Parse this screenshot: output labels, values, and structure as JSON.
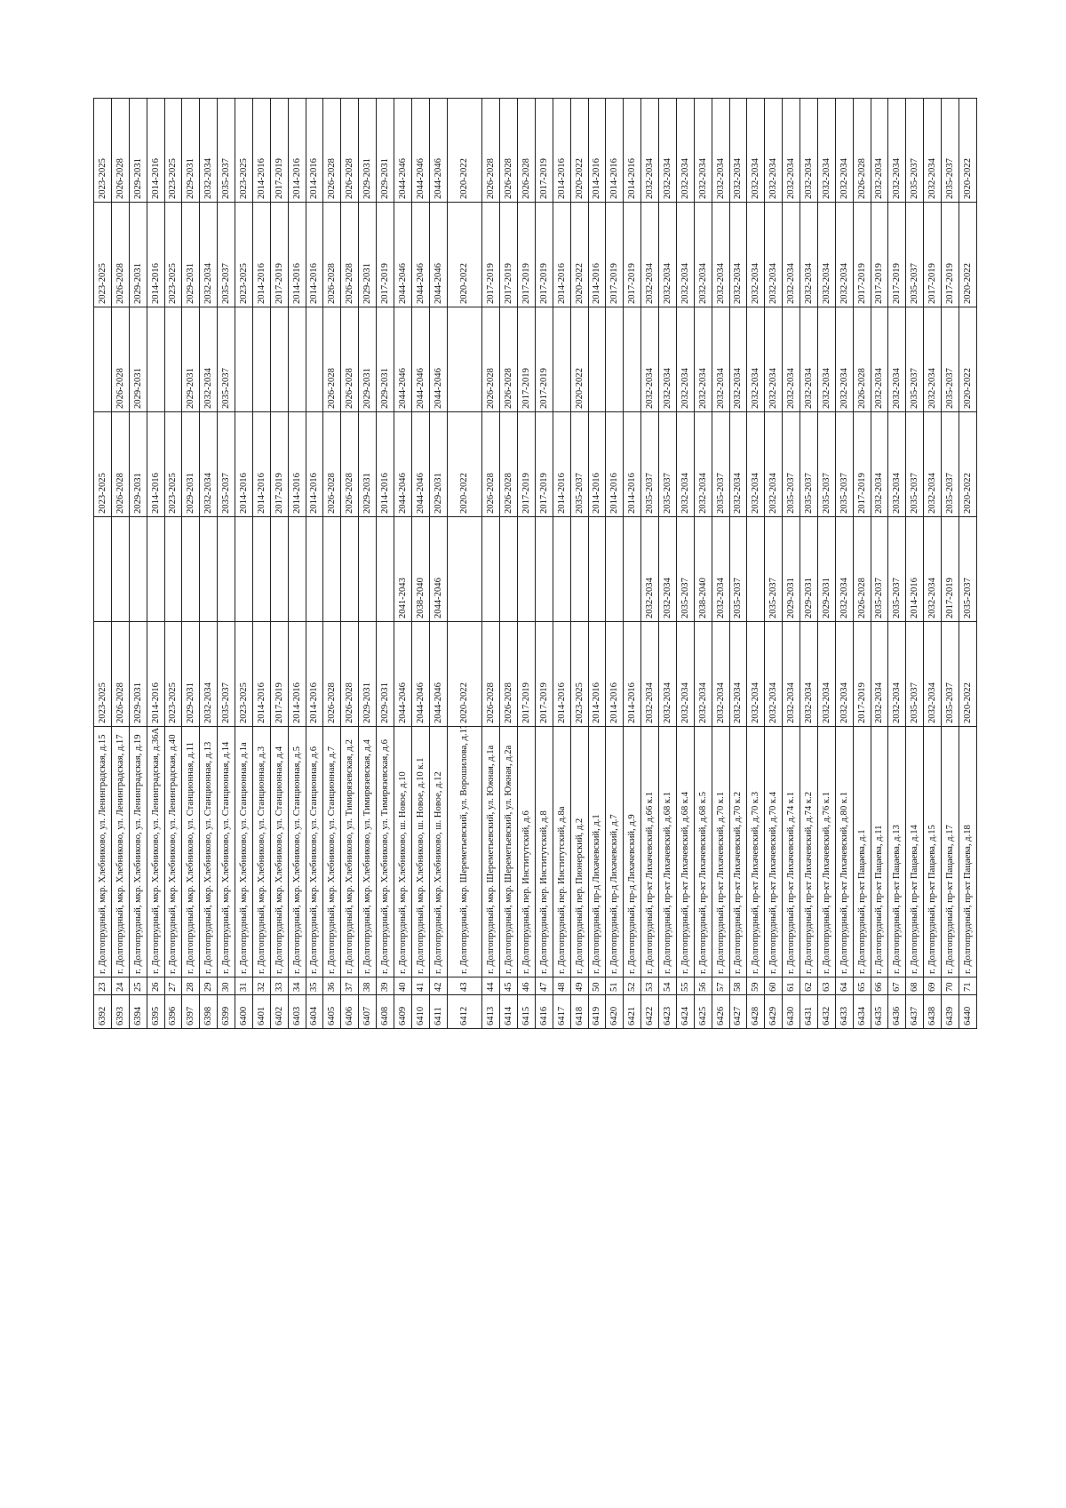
{
  "rows": [
    [
      "6392",
      "23",
      "г. Долгопрудный, мкр. Хлебниково, ул. Ленинградская, д.15",
      "2023-2025",
      "",
      "2023-2025",
      "",
      "2023-2025",
      "2023-2025"
    ],
    [
      "6393",
      "24",
      "г. Долгопрудный, мкр. Хлебниково, ул. Ленинградская, д.17",
      "2026-2028",
      "",
      "2026-2028",
      "2026-2028",
      "2026-2028",
      "2026-2028"
    ],
    [
      "6394",
      "25",
      "г. Долгопрудный, мкр. Хлебниково, ул. Ленинградская, д.19",
      "2029-2031",
      "",
      "2029-2031",
      "2029-2031",
      "2029-2031",
      "2029-2031"
    ],
    [
      "6395",
      "26",
      "г. Долгопрудный, мкр. Хлебниково, ул. Ленинградская, д.36А",
      "2014-2016",
      "",
      "2014-2016",
      "",
      "2014-2016",
      "2014-2016"
    ],
    [
      "6396",
      "27",
      "г. Долгопрудный, мкр. Хлебниково, ул. Ленинградская, д.40",
      "2023-2025",
      "",
      "2023-2025",
      "",
      "2023-2025",
      "2023-2025"
    ],
    [
      "6397",
      "28",
      "г. Долгопрудный, мкр. Хлебниково, ул. Станционная, д.11",
      "2029-2031",
      "",
      "2029-2031",
      "2029-2031",
      "2029-2031",
      "2029-2031"
    ],
    [
      "6398",
      "29",
      "г. Долгопрудный, мкр. Хлебниково, ул. Станционная, д.13",
      "2032-2034",
      "",
      "2032-2034",
      "2032-2034",
      "2032-2034",
      "2032-2034"
    ],
    [
      "6399",
      "30",
      "г. Долгопрудный, мкр. Хлебниково, ул. Станционная, д.14",
      "2035-2037",
      "",
      "2035-2037",
      "2035-2037",
      "2035-2037",
      "2035-2037"
    ],
    [
      "6400",
      "31",
      "г. Долгопрудный, мкр. Хлебниково, ул. Станционная, д.1а",
      "2023-2025",
      "",
      "2014-2016",
      "",
      "2023-2025",
      "2023-2025"
    ],
    [
      "6401",
      "32",
      "г. Долгопрудный, мкр. Хлебниково, ул. Станционная, д.3",
      "2014-2016",
      "",
      "2014-2016",
      "",
      "2014-2016",
      "2014-2016"
    ],
    [
      "6402",
      "33",
      "г. Долгопрудный, мкр. Хлебниково, ул. Станционная, д.4",
      "2017-2019",
      "",
      "2017-2019",
      "",
      "2017-2019",
      "2017-2019"
    ],
    [
      "6403",
      "34",
      "г. Долгопрудный, мкр. Хлебниково, ул. Станционная, д.5",
      "2014-2016",
      "",
      "2014-2016",
      "",
      "2014-2016",
      "2014-2016"
    ],
    [
      "6404",
      "35",
      "г. Долгопрудный, мкр. Хлебниково, ул. Станционная, д.6",
      "2014-2016",
      "",
      "2014-2016",
      "",
      "2014-2016",
      "2014-2016"
    ],
    [
      "6405",
      "36",
      "г. Долгопрудный, мкр. Хлебниково, ул. Станционная, д.7",
      "2026-2028",
      "",
      "2026-2028",
      "2026-2028",
      "2026-2028",
      "2026-2028"
    ],
    [
      "6406",
      "37",
      "г. Долгопрудный, мкр. Хлебниково, ул. Тимирязевская, д.2",
      "2026-2028",
      "",
      "2026-2028",
      "2026-2028",
      "2026-2028",
      "2026-2028"
    ],
    [
      "6407",
      "38",
      "г. Долгопрудный, мкр. Хлебниково, ул. Тимирязевская, д.4",
      "2029-2031",
      "",
      "2029-2031",
      "2029-2031",
      "2029-2031",
      "2029-2031"
    ],
    [
      "6408",
      "39",
      "г. Долгопрудный, мкр. Хлебниково, ул. Тимирязевская, д.6",
      "2029-2031",
      "",
      "2014-2016",
      "2029-2031",
      "2017-2019",
      "2029-2031"
    ],
    [
      "6409",
      "40",
      "г. Долгопрудный, мкр. Хлебниково, ш. Новое, д.10",
      "2044-2046",
      "2041-2043",
      "2044-2046",
      "2044-2046",
      "2044-2046",
      "2044-2046"
    ],
    [
      "6410",
      "41",
      "г. Долгопрудный, мкр. Хлебниково, ш. Новое, д.10 к.1",
      "2044-2046",
      "2038-2040",
      "2044-2046",
      "2044-2046",
      "2044-2046",
      "2044-2046"
    ],
    [
      "6411",
      "42",
      "г. Долгопрудный, мкр. Хлебниково, ш. Новое, д.12",
      "2044-2046",
      "2044-2046",
      "2029-2031",
      "2044-2046",
      "2044-2046",
      "2044-2046"
    ],
    [
      "6412",
      "43",
      "г. Долгопрудный, мкр. Шереметьевский, ул. Ворошилова, д.17а",
      "2020-2022",
      "",
      "2020-2022",
      "",
      "2020-2022",
      "2020-2022"
    ],
    [
      "6413",
      "44",
      "г. Долгопрудный, мкр. Шереметьевский, ул. Южная, д.1а",
      "2026-2028",
      "",
      "2026-2028",
      "2026-2028",
      "2017-2019",
      "2026-2028"
    ],
    [
      "6414",
      "45",
      "г. Долгопрудный, мкр. Шереметьевский, ул. Южная, д.2а",
      "2026-2028",
      "",
      "2026-2028",
      "2026-2028",
      "2017-2019",
      "2026-2028"
    ],
    [
      "6415",
      "46",
      "г. Долгопрудный, пер. Институтский, д.6",
      "2017-2019",
      "",
      "2017-2019",
      "2017-2019",
      "2017-2019",
      "2026-2028"
    ],
    [
      "6416",
      "47",
      "г. Долгопрудный, пер. Институтский, д.8",
      "2017-2019",
      "",
      "2017-2019",
      "2017-2019",
      "2017-2019",
      "2017-2019"
    ],
    [
      "6417",
      "48",
      "г. Долгопрудный, пер. Институтский, д.8а",
      "2014-2016",
      "",
      "2014-2016",
      "",
      "2014-2016",
      "2014-2016"
    ],
    [
      "6418",
      "49",
      "г. Долгопрудный, пер. Пионерский, д.2",
      "2023-2025",
      "",
      "2035-2037",
      "2020-2022",
      "2020-2022",
      "2020-2022"
    ],
    [
      "6419",
      "50",
      "г. Долгопрудный, пр-д Лихачевский, д.1",
      "2014-2016",
      "",
      "2014-2016",
      "",
      "2014-2016",
      "2014-2016"
    ],
    [
      "6420",
      "51",
      "г. Долгопрудный, пр-д Лихачевский, д.7",
      "2014-2016",
      "",
      "2014-2016",
      "",
      "2017-2019",
      "2014-2016"
    ],
    [
      "6421",
      "52",
      "г. Долгопрудный, пр-д Лихачевский, д.9",
      "2014-2016",
      "",
      "2014-2016",
      "",
      "2017-2019",
      "2014-2016"
    ],
    [
      "6422",
      "53",
      "г. Долгопрудный, пр-кт Лихачевский, д.66 к.1",
      "2032-2034",
      "2032-2034",
      "2035-2037",
      "2032-2034",
      "2032-2034",
      "2032-2034"
    ],
    [
      "6423",
      "54",
      "г. Долгопрудный, пр-кт Лихачевский, д.68 к.1",
      "2032-2034",
      "2032-2034",
      "2035-2037",
      "2032-2034",
      "2032-2034",
      "2032-2034"
    ],
    [
      "6424",
      "55",
      "г. Долгопрудный, пр-кт Лихачевский, д.68 к.4",
      "2032-2034",
      "2035-2037",
      "2032-2034",
      "2032-2034",
      "2032-2034",
      "2032-2034"
    ],
    [
      "6425",
      "56",
      "г. Долгопрудный, пр-кт Лихачевский, д.68 к.5",
      "2032-2034",
      "2038-2040",
      "2032-2034",
      "2032-2034",
      "2032-2034",
      "2032-2034"
    ],
    [
      "6426",
      "57",
      "г. Долгопрудный, пр-кт Лихачевский, д.70 к.1",
      "2032-2034",
      "2032-2034",
      "2035-2037",
      "2032-2034",
      "2032-2034",
      "2032-2034"
    ],
    [
      "6427",
      "58",
      "г. Долгопрудный, пр-кт Лихачевский, д.70 к.2",
      "2032-2034",
      "2035-2037",
      "2032-2034",
      "2032-2034",
      "2032-2034",
      "2032-2034"
    ],
    [
      "6428",
      "59",
      "г. Долгопрудный, пр-кт Лихачевский, д.70 к.3",
      "2032-2034",
      "",
      "2032-2034",
      "2032-2034",
      "2032-2034",
      "2032-2034"
    ],
    [
      "6429",
      "60",
      "г. Долгопрудный, пр-кт Лихачевский, д.70 к.4",
      "2032-2034",
      "2035-2037",
      "2032-2034",
      "2032-2034",
      "2032-2034",
      "2032-2034"
    ],
    [
      "6430",
      "61",
      "г. Долгопрудный, пр-кт Лихачевский, д.74 к.1",
      "2032-2034",
      "2029-2031",
      "2035-2037",
      "2032-2034",
      "2032-2034",
      "2032-2034"
    ],
    [
      "6431",
      "62",
      "г. Долгопрудный, пр-кт Лихачевский, д.74 к.2",
      "2032-2034",
      "2029-2031",
      "2035-2037",
      "2032-2034",
      "2032-2034",
      "2032-2034"
    ],
    [
      "6432",
      "63",
      "г. Долгопрудный, пр-кт Лихачевский, д.76 к.1",
      "2032-2034",
      "2029-2031",
      "2035-2037",
      "2032-2034",
      "2032-2034",
      "2032-2034"
    ],
    [
      "6433",
      "64",
      "г. Долгопрудный, пр-кт Лихачевский, д.80 к.1",
      "2032-2034",
      "2032-2034",
      "2035-2037",
      "2032-2034",
      "2032-2034",
      "2032-2034"
    ],
    [
      "6434",
      "65",
      "г. Долгопрудный, пр-кт Пацаева, д.1",
      "2017-2019",
      "2026-2028",
      "2017-2019",
      "2026-2028",
      "2017-2019",
      "2026-2028"
    ],
    [
      "6435",
      "66",
      "г. Долгопрудный, пр-кт Пацаева, д.11",
      "2032-2034",
      "2035-2037",
      "2032-2034",
      "2032-2034",
      "2017-2019",
      "2032-2034"
    ],
    [
      "6436",
      "67",
      "г. Долгопрудный, пр-кт Пацаева, д.13",
      "2032-2034",
      "2035-2037",
      "2032-2034",
      "2032-2034",
      "2017-2019",
      "2032-2034"
    ],
    [
      "6437",
      "68",
      "г. Долгопрудный, пр-кт Пацаева, д.14",
      "2035-2037",
      "2014-2016",
      "2035-2037",
      "2035-2037",
      "2035-2037",
      "2035-2037"
    ],
    [
      "6438",
      "69",
      "г. Долгопрудный, пр-кт Пацаева, д.15",
      "2032-2034",
      "2032-2034",
      "2032-2034",
      "2032-2034",
      "2017-2019",
      "2032-2034"
    ],
    [
      "6439",
      "70",
      "г. Долгопрудный, пр-кт Пацаева, д.17",
      "2035-2037",
      "2017-2019",
      "2035-2037",
      "2035-2037",
      "2017-2019",
      "2035-2037"
    ],
    [
      "6440",
      "71",
      "г. Долгопрудный, пр-кт Пацаева, д.18",
      "2020-2022",
      "2035-2037",
      "2020-2022",
      "2020-2022",
      "2020-2022",
      "2020-2022"
    ]
  ]
}
